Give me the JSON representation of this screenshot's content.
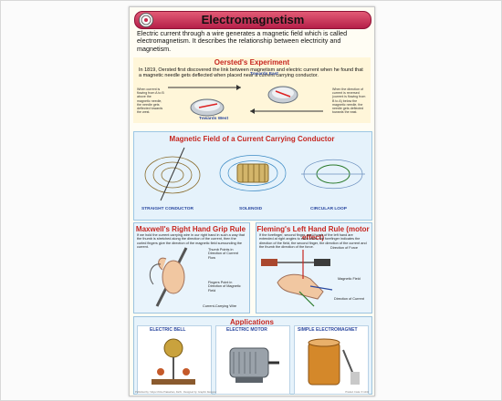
{
  "chart": {
    "title": "Electromagnetism",
    "intro": "Electric current through a wire generates a magnetic field which is called electromagnetism. It describes the relationship between electricity and magnetism."
  },
  "oersted": {
    "title": "Oersted's Experiment",
    "text": "In 1819, Oersted first discovered the link between magnetism and electric current when he found that a magnetic needle gets deflected when placed near a current carrying conductor.",
    "left_note": "When current is flowing from A to B above the magnetic needle, the needle gets deflected towards the west.",
    "right_note": "When the direction of current is reversed (current is flowing from B to A) below the magnetic needle, the needle gets deflected towards the east.",
    "label_east": "Towards East",
    "label_west": "Towards West"
  },
  "field": {
    "title": "Magnetic Field of a Current Carrying Conductor",
    "straight": "STRAIGHT CONDUCTOR",
    "solenoid": "SOLENOID",
    "loop": "CIRCULAR LOOP"
  },
  "maxwell": {
    "title": "Maxwell's Right Hand Grip Rule",
    "text": "If we hold the current carrying wire in our right hand in such a way that the thumb is stretched along the direction of the current, then the curled fingers give the direction of the magnetic field surrounding the current.",
    "label_thumb": "Thumb Points in Direction of Current Flow",
    "label_fingers": "Fingers Point in Direction of Magnetic Field",
    "label_wire": "Current-Carrying Wire"
  },
  "fleming": {
    "title": "Fleming's Left Hand Rule (motor effect)",
    "text": "If the forefinger, second finger, and thumb of the left hand are extended at right angles to each other, the forefinger indicates the direction of the field, the second finger, the direction of the current and the thumb the direction of the force.",
    "label_force": "Direction of Force",
    "label_field": "Magnetic Field",
    "label_current": "Direction of Current"
  },
  "applications": {
    "title": "Applications",
    "bell": "ELECTRIC BELL",
    "motor": "ELECTRIC MOTOR",
    "magnet": "SIMPLE ELECTROMAGNET"
  },
  "footer": {
    "left": "Published by: Vidya Chitra Prakashan, Delhi · Designed by: Graphic Designer",
    "right": "Product Code: P-1234"
  }
}
